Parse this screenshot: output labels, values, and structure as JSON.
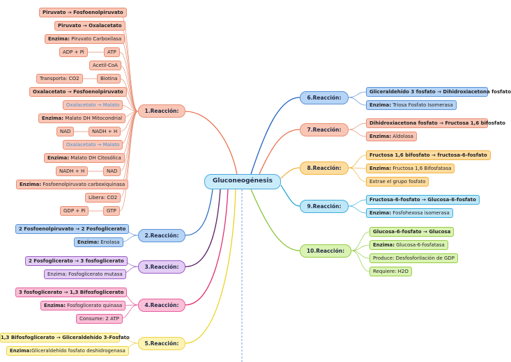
{
  "root": {
    "title": "Gluconeogénesis"
  },
  "branches": {
    "r1": {
      "label": "1.Reacción:",
      "color": "#e8714f"
    },
    "r2": {
      "label": "2.Reacción:",
      "color": "#2f6fc4"
    },
    "r3": {
      "label": "3.Reacción:",
      "color": "#5a1f6a"
    },
    "r4": {
      "label": "4.Reacción:",
      "color": "#e0306f"
    },
    "r5": {
      "label": "5.Reacción:",
      "color": "#ecd327"
    },
    "r6": {
      "label": "6.Reacción:",
      "color": "#1c5fc0"
    },
    "r7": {
      "label": "7.Reacción:",
      "color": "#e8714f"
    },
    "r8": {
      "label": "8.Reacción:",
      "color": "#f0b23c"
    },
    "r9": {
      "label": "9.Reacción:",
      "color": "#29a7d6"
    },
    "r10": {
      "label": "10.Reacción:",
      "color": "#8ac43a"
    }
  },
  "r1": {
    "piruvato_pep": "Piruvato → Fosfoenolpiruvato",
    "piruvato_oxal": "Piruvato → Oxalacetato",
    "enz1_key": "Enzima:",
    "enz1_val": " Piruvato Carboxilasa",
    "adp_pi": "ADP + Pi",
    "atp": "ATP",
    "acetil": "Acetil-CoA",
    "transporte": "Transporta: CO2",
    "biotina": "Biotina",
    "oxal_pep": "Oxalacetato → Fosfoenolpiruvato",
    "oxal_mal_1": "Oxalacetato → Malato",
    "enz2_key": "Enzima:",
    "enz2_val": " Malato DH Mitocondrial",
    "nad_1": "NAD",
    "nadh_1": "NADH + H",
    "oxal_mal_2": "Oxalacetato → Malato",
    "enz3_key": "Enzima:",
    "enz3_val": " Malato DH Citosólica",
    "nadh_2": "NADH + H",
    "nad_2": "NAD",
    "enz4_key": "Enzima:",
    "enz4_val": " Fosfoenolpiruvato carboxiquinasa",
    "libera": "Libera:  CO2",
    "gdp_pi": "GDP + Pi",
    "gtp": "GTP"
  },
  "r2": {
    "reaction": "2 Fosfoenolpiruvato → 2 Fosfoglicerato",
    "enz_key": "Enzima:",
    "enz_val": " Enolasa"
  },
  "r3": {
    "reaction": "2 Fosfoglicerato → 3 fosfoglicerato",
    "enz": "Enzima: Fosfoglicerato mutasa"
  },
  "r4": {
    "reaction": "3 fosfoglicerato  → 1,3 Bifosfoglicerato",
    "enz_key": "Enzima:",
    "enz_val": " Fosfoglicerato quinasa",
    "consume": "Consume: 2 ATP"
  },
  "r5": {
    "reaction": "1,3 Bifosfoglicerato  → Gliceraldehído 3-Fosfato",
    "enz_key": "Enzima:",
    "enz_val": "Gliceraldehído fosfato deshidrogenasa"
  },
  "r6": {
    "reaction": "Gliceraldehído 3 fosfato → Dihidroxiacetona fosfato",
    "enz_key": "Enzima:",
    "enz_val": " Triosa Fosfato Isomerasa"
  },
  "r7": {
    "reaction": "Dihidroxiacetona fosfato → Fructosa 1,6 bifosfato",
    "enz_key": "Enzima:",
    "enz_val": " Aldolasa"
  },
  "r8": {
    "reaction": "Fructosa 1,6 bifosfato → fructosa-6-fosfato",
    "enz_key": "Enzima:",
    "enz_val": " Fructosa 1,6 Bifosfatasa",
    "extrae": "Extrae el grupo fosfato"
  },
  "r9": {
    "reaction": "Fructosa-6-fosfato → Glucosa-6-fosfato",
    "enz_key": "Enzima:",
    "enz_val": " Fosfohexosa isomerasa"
  },
  "r10": {
    "reaction": "Glucosa-6-fosfato → Glucosa",
    "enz_key": "Enzima:",
    "enz_val": " Glucosa-6-fosfatasa",
    "produce": "Produce: Desfosforilación de GDP",
    "requiere": "Requiere: H2O"
  }
}
